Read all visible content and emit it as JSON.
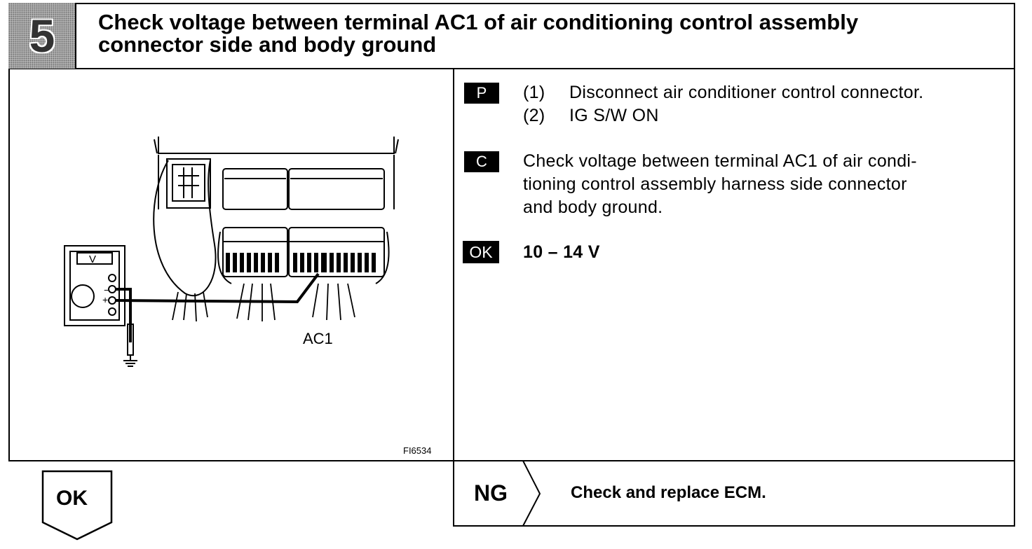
{
  "step": {
    "number": "5"
  },
  "title": {
    "line1": "Check voltage between terminal AC1 of air conditioning control assembly",
    "line2": "connector side and body ground"
  },
  "figure": {
    "terminal_label": "AC1",
    "meter_label": "V",
    "id": "FI6534",
    "minus": "−",
    "plus": "+"
  },
  "prep": {
    "tag": "P",
    "steps": [
      {
        "num": "(1)",
        "text": "Disconnect air conditioner control connector."
      },
      {
        "num": "(2)",
        "text": "IG S/W ON"
      }
    ]
  },
  "check": {
    "tag": "C",
    "lines": [
      "Check voltage between terminal AC1 of air condi-",
      "tioning control assembly harness side connector",
      "and body ground."
    ]
  },
  "ok_spec": {
    "tag": "OK",
    "value": "10 – 14 V"
  },
  "result_ok": {
    "label": "OK"
  },
  "result_ng": {
    "label": "NG",
    "action": "Check and replace ECM."
  }
}
